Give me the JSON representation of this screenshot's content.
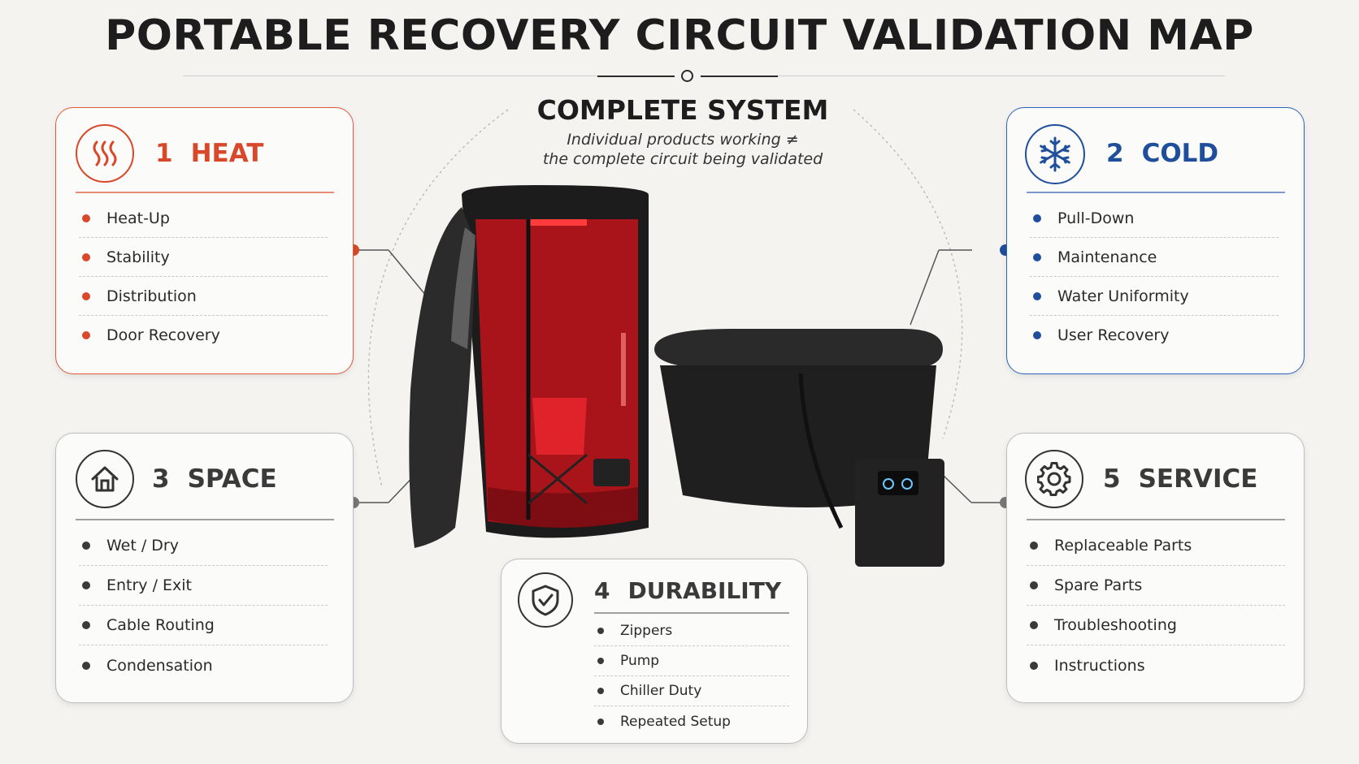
{
  "title": "PORTABLE RECOVERY CIRCUIT VALIDATION MAP",
  "system": {
    "title": "COMPLETE SYSTEM",
    "subtitle_line1": "Individual products working ≠",
    "subtitle_line2": "the complete circuit being validated"
  },
  "colors": {
    "heat": "#d8492c",
    "cold": "#1f4f9a",
    "neutral": "#3a3a3a"
  },
  "cards": {
    "heat": {
      "num": "1",
      "label": "HEAT",
      "icon": "heat-waves-icon",
      "items": [
        "Heat-Up",
        "Stability",
        "Distribution",
        "Door Recovery"
      ]
    },
    "cold": {
      "num": "2",
      "label": "COLD",
      "icon": "snowflake-icon",
      "items": [
        "Pull-Down",
        "Maintenance",
        "Water Uniformity",
        "User Recovery"
      ]
    },
    "space": {
      "num": "3",
      "label": "SPACE",
      "icon": "house-icon",
      "items": [
        "Wet / Dry",
        "Entry / Exit",
        "Cable Routing",
        "Condensation"
      ]
    },
    "durability": {
      "num": "4",
      "label": "DURABILITY",
      "icon": "shield-check-icon",
      "items": [
        "Zippers",
        "Pump",
        "Chiller Duty",
        "Repeated Setup"
      ]
    },
    "service": {
      "num": "5",
      "label": "SERVICE",
      "icon": "gear-icon",
      "items": [
        "Replaceable Parts",
        "Spare Parts",
        "Troubleshooting",
        "Instructions"
      ]
    }
  }
}
